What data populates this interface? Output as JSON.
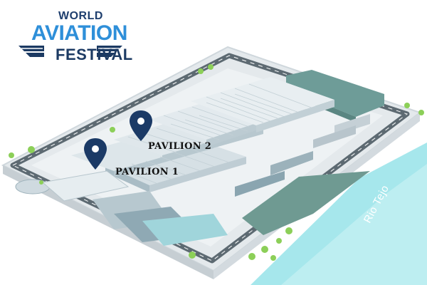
{
  "logo": {
    "line1": "WORLD",
    "line2": "AVIATION",
    "line3": "FESTIVAL"
  },
  "pavilions": [
    {
      "label": "PAVILION 1"
    },
    {
      "label": "PAVILION 2"
    }
  ],
  "river": {
    "label": "Rio Tejo"
  },
  "colors": {
    "marker": "#1b3a66",
    "river": "#8fe0e6",
    "roof": "#dfe7eb",
    "ground": "#e9edef",
    "accent": "#2e8fd9",
    "tree": "#8ccf58"
  }
}
